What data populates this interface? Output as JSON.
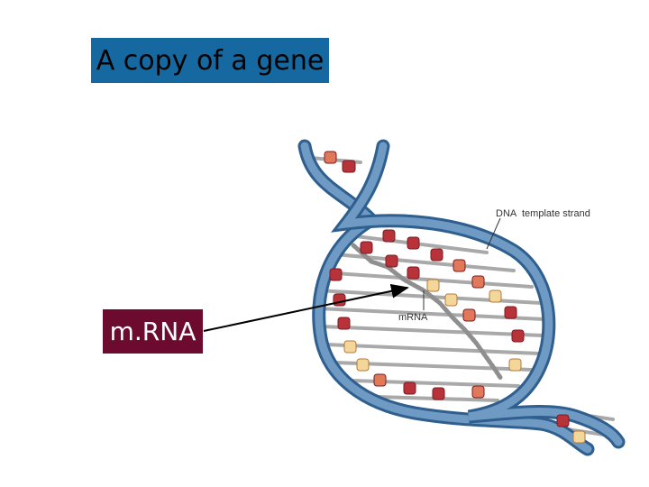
{
  "title": "A copy of a gene",
  "callout_label": "m.RNA",
  "diagram": {
    "dna_label_bold": "DNA",
    "dna_label_rest": "template strand",
    "mrna_label": "mRNA",
    "colors": {
      "title_bg": "#1669a0",
      "callout_bg": "#6d0b2f",
      "backbone": "#5b8ab5",
      "backbone_dark": "#2f5f8e",
      "base_red": "#b8323a",
      "base_orange": "#e0785a",
      "base_yellow": "#f3d79a",
      "rung": "#a9a9a9",
      "mrna_strand": "#9a9a9a"
    }
  }
}
